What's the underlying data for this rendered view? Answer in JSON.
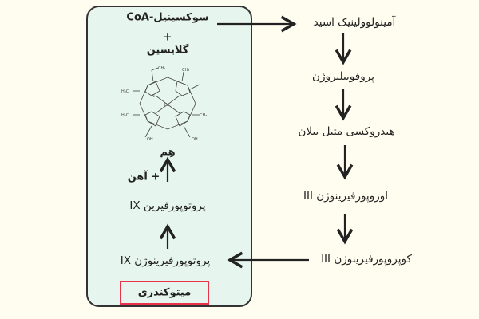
{
  "mitochondria": {
    "label": "میتوکندری",
    "steps": [
      "سوکسینیل-CoA",
      "+",
      "گلایسین",
      "هِم",
      "+ آهن",
      "پروتوپورفیرین IX",
      "پروتوپورفیرینوژن IX"
    ],
    "heme_figure_labels": [
      "CH₂",
      "CH₃",
      "H₃C",
      "N",
      "Fe",
      "OH"
    ]
  },
  "cytosol": {
    "steps": [
      "آمینولوولینیک اسید",
      "پروفوبیلیروژن",
      "هیدروکسی متیل بیلان",
      "اوروپورفیرینوژن III",
      "کوپروپورفیرینوژن III"
    ]
  }
}
